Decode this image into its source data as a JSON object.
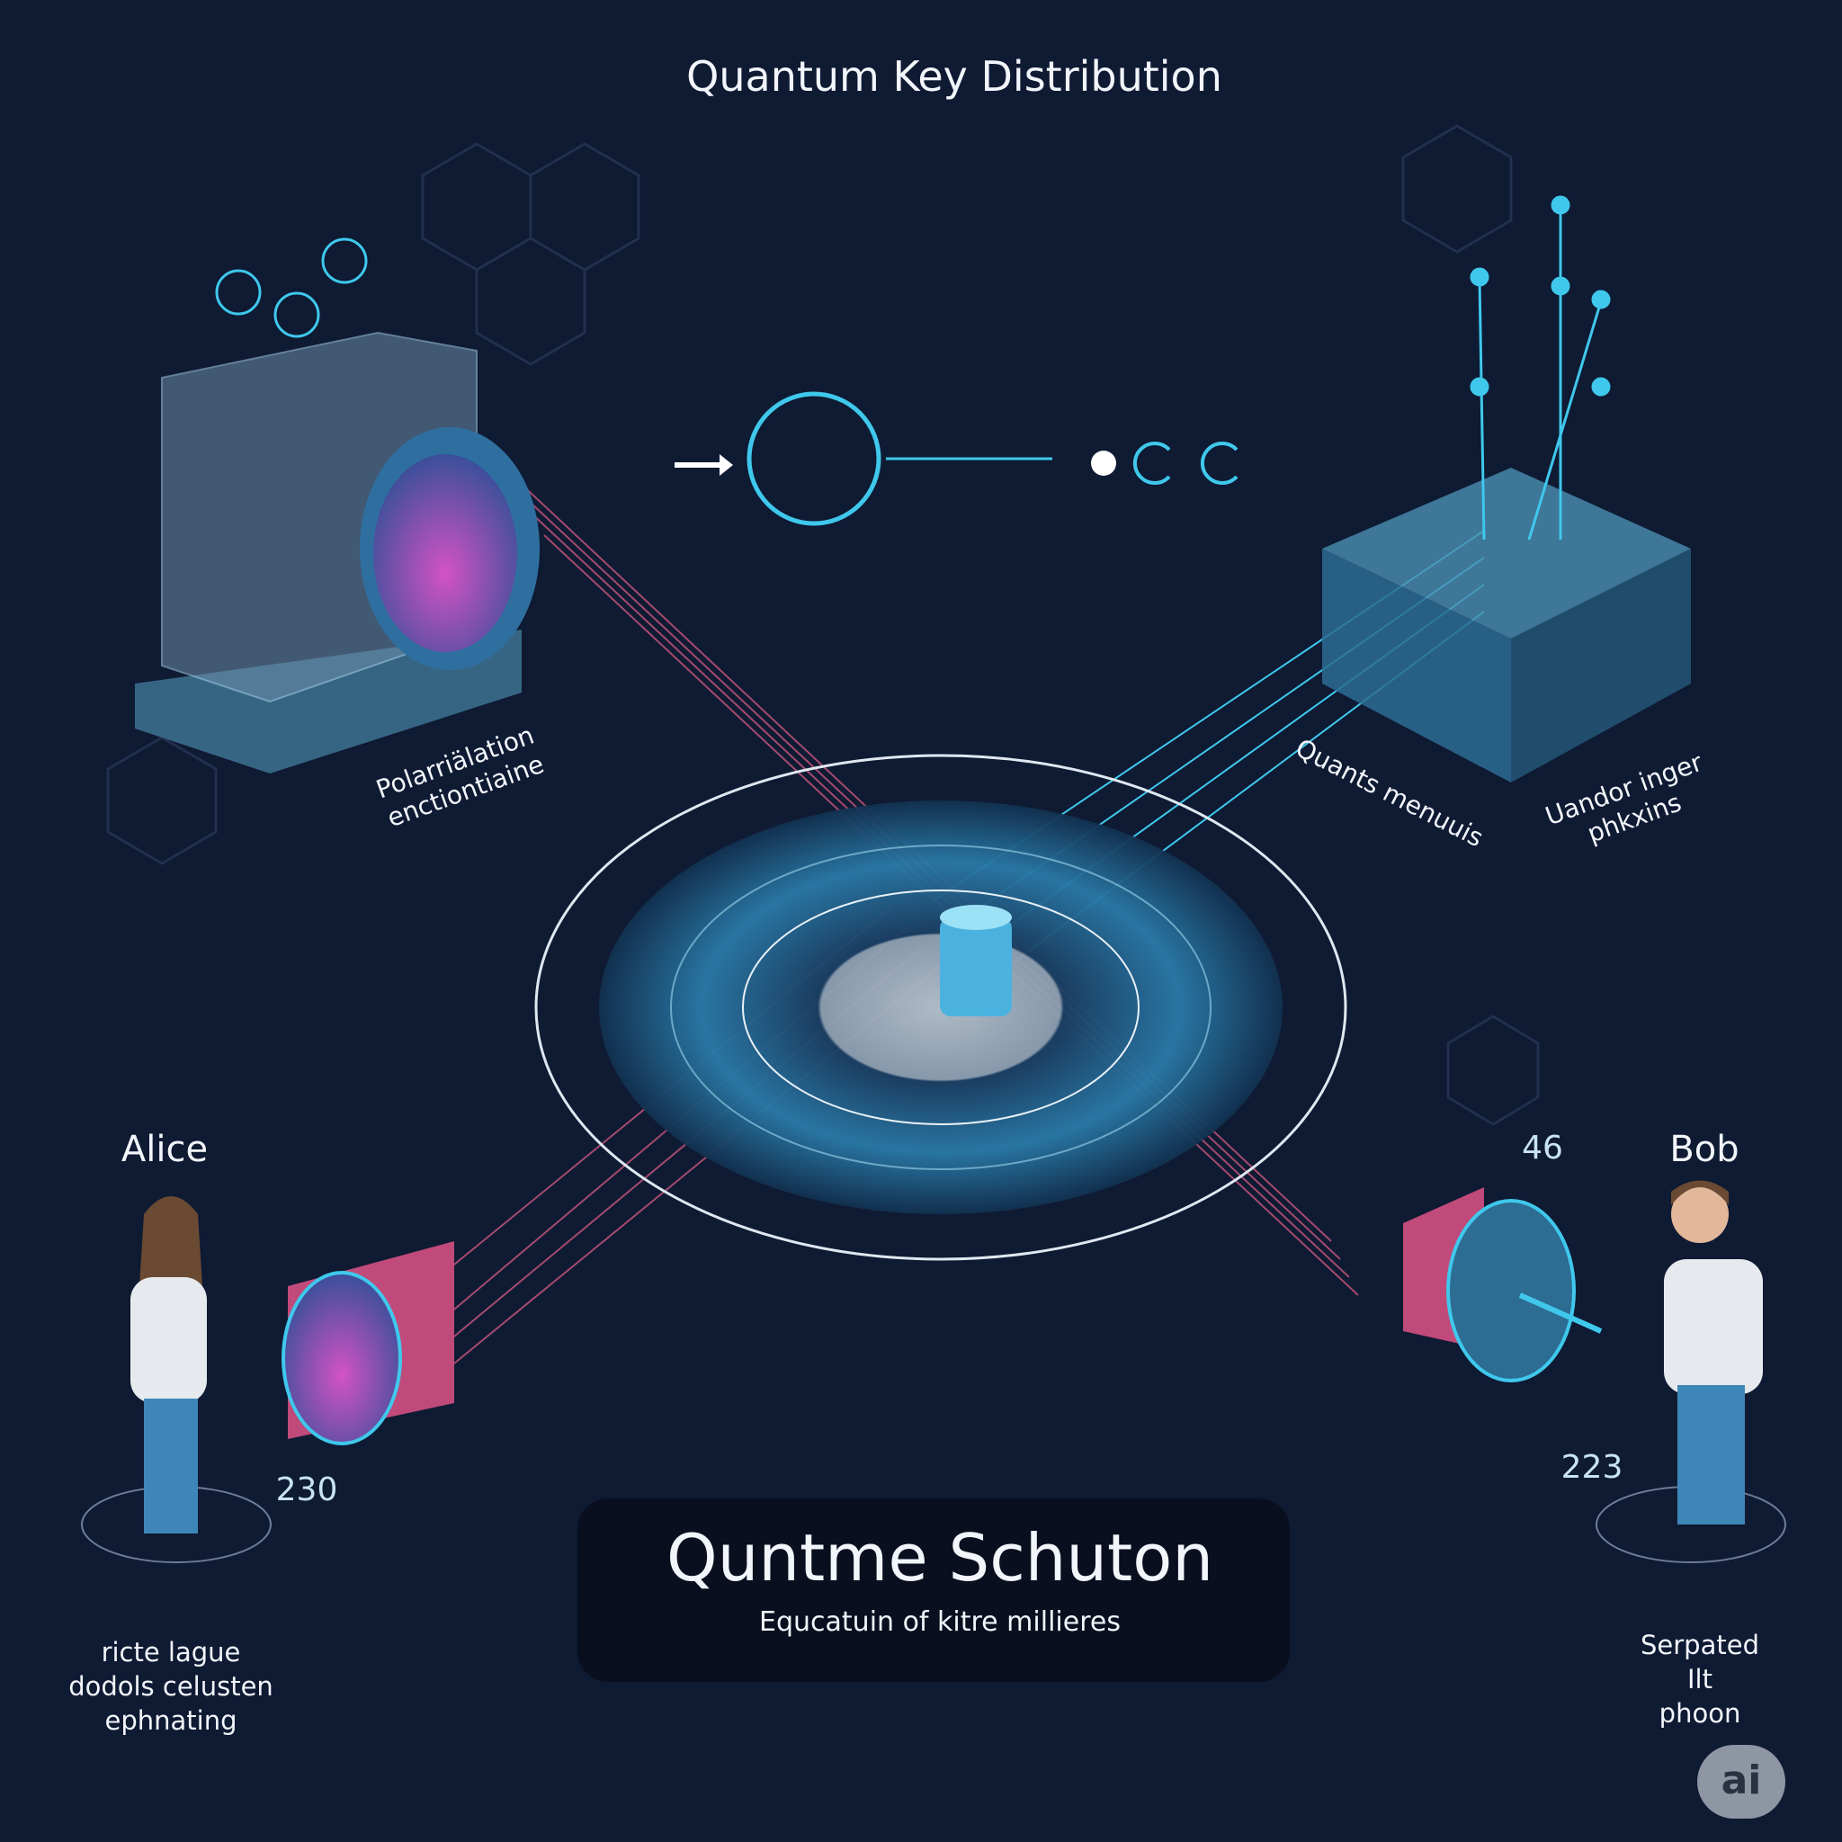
{
  "title": "Quantum Key Distribution",
  "labels": {
    "polarization": [
      "Polarriälation",
      "enctiontiaine"
    ],
    "quants": "Quants menuuis",
    "uandor": [
      "Uandor inger",
      "phkxins"
    ]
  },
  "people": {
    "alice": {
      "name": "Alice",
      "number": "230"
    },
    "bob": {
      "name": "Bob",
      "number": "223",
      "extra_number": "46"
    }
  },
  "panel": {
    "title": "Quntme Schuton",
    "subtitle": "Equcatuin of kitre millieres"
  },
  "notes": {
    "left": [
      "ricte lague",
      "dodols celusten",
      "ephnating"
    ],
    "right": [
      "Serpated",
      "Ilt",
      "phoon"
    ]
  },
  "badge": "ai",
  "colors": {
    "background": "#0f1a33",
    "cyan": "#3fc8ec",
    "magenta": "#e0559a"
  }
}
